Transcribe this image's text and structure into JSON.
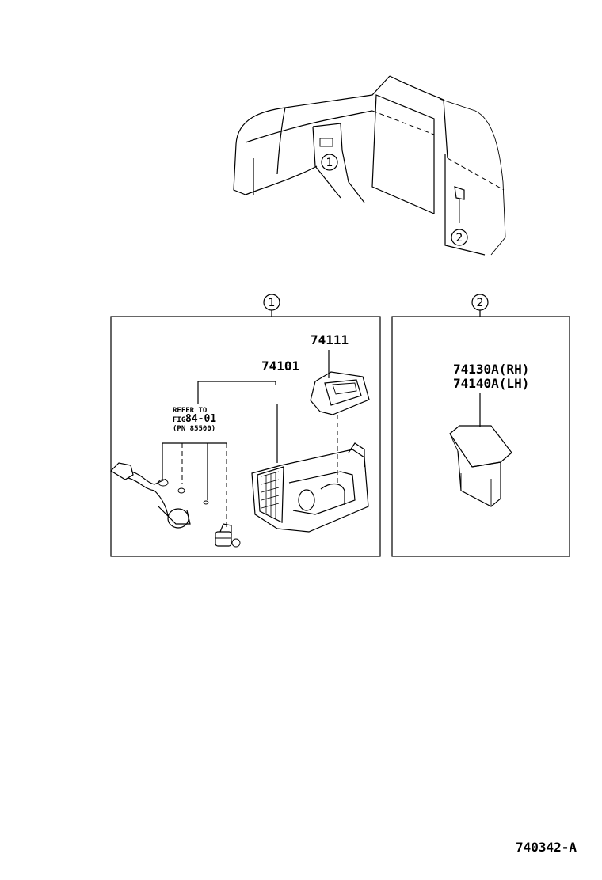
{
  "callouts": {
    "c1": "1",
    "c2": "2"
  },
  "panel1": {
    "part_cover": "74111",
    "part_ashtray": "74101",
    "refer_line1": "REFER TO",
    "refer_prefix": "FIG",
    "refer_fig": "84-01",
    "refer_line3": "(PN 85500)"
  },
  "panel2": {
    "part_rh": "74130A(RH)",
    "part_lh": "74140A(LH)"
  },
  "footer": {
    "diagram_code": "740342-A"
  }
}
